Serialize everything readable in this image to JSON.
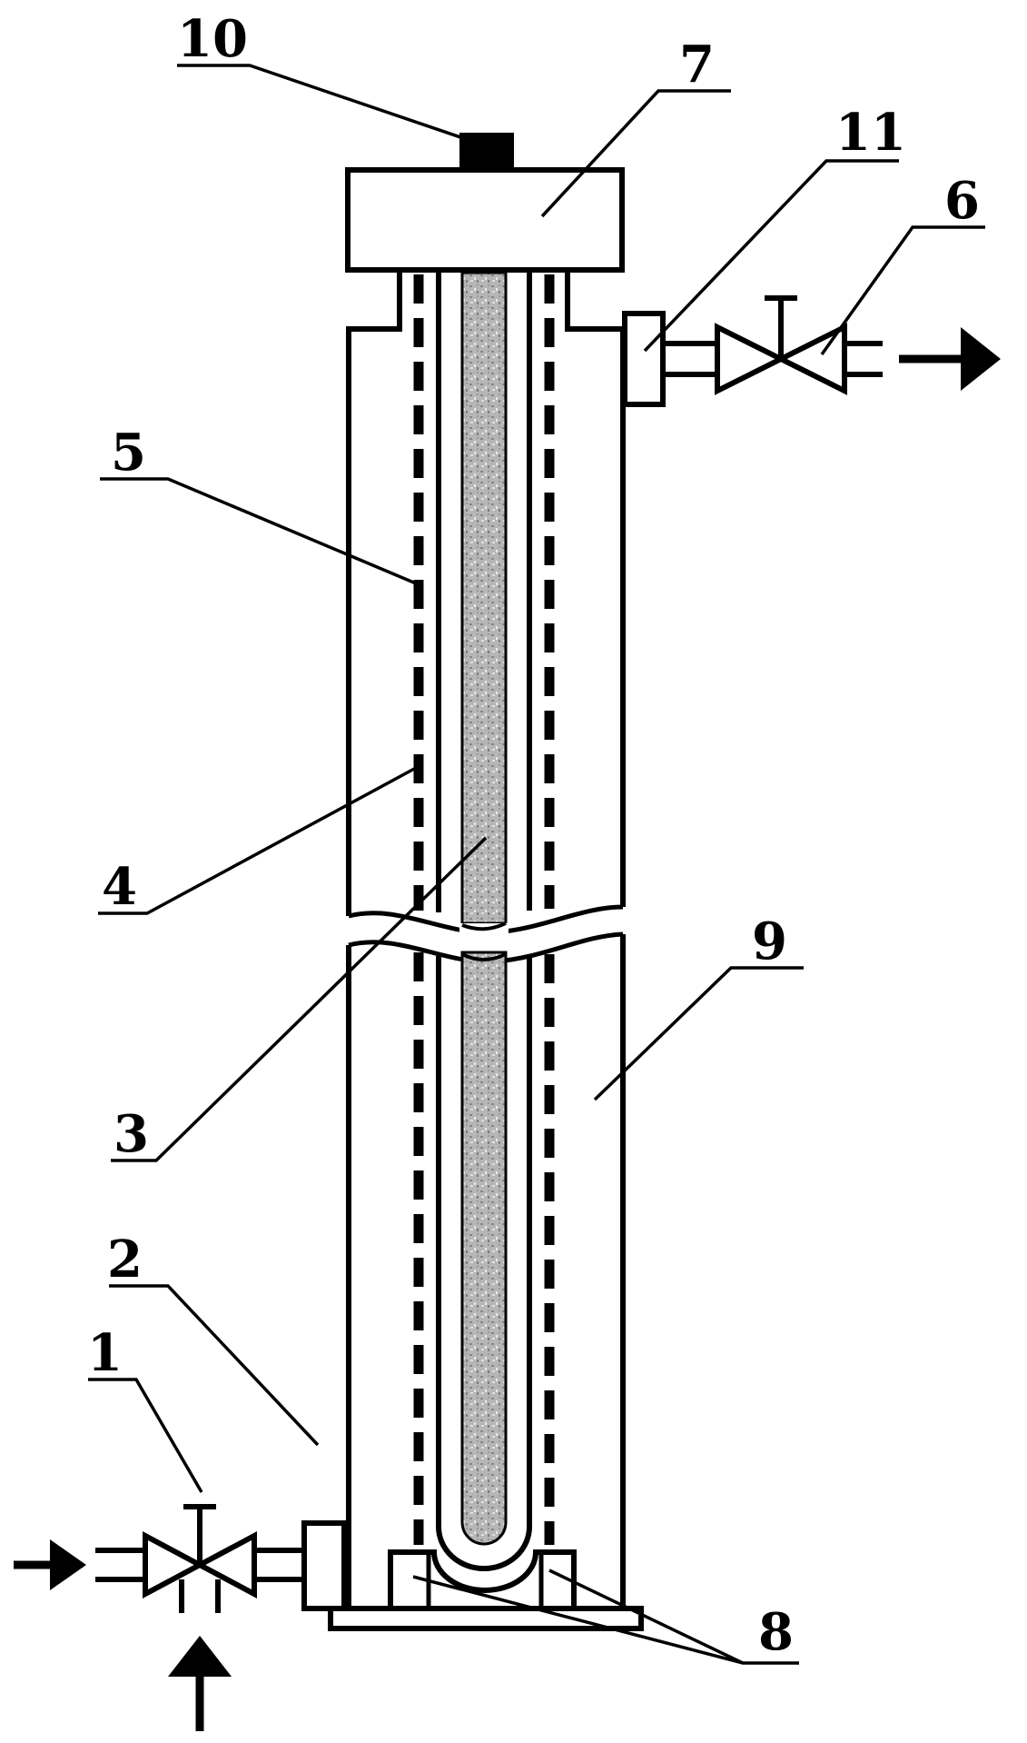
{
  "labels": {
    "l1": "1",
    "l2": "2",
    "l3": "3",
    "l4": "4",
    "l5": "5",
    "l6": "6",
    "l7": "7",
    "l8": "8",
    "l9": "9",
    "l10": "10",
    "l11": "11"
  },
  "colors": {
    "line": "#000000",
    "background": "#ffffff",
    "core_fill": "#b8b8b8"
  }
}
